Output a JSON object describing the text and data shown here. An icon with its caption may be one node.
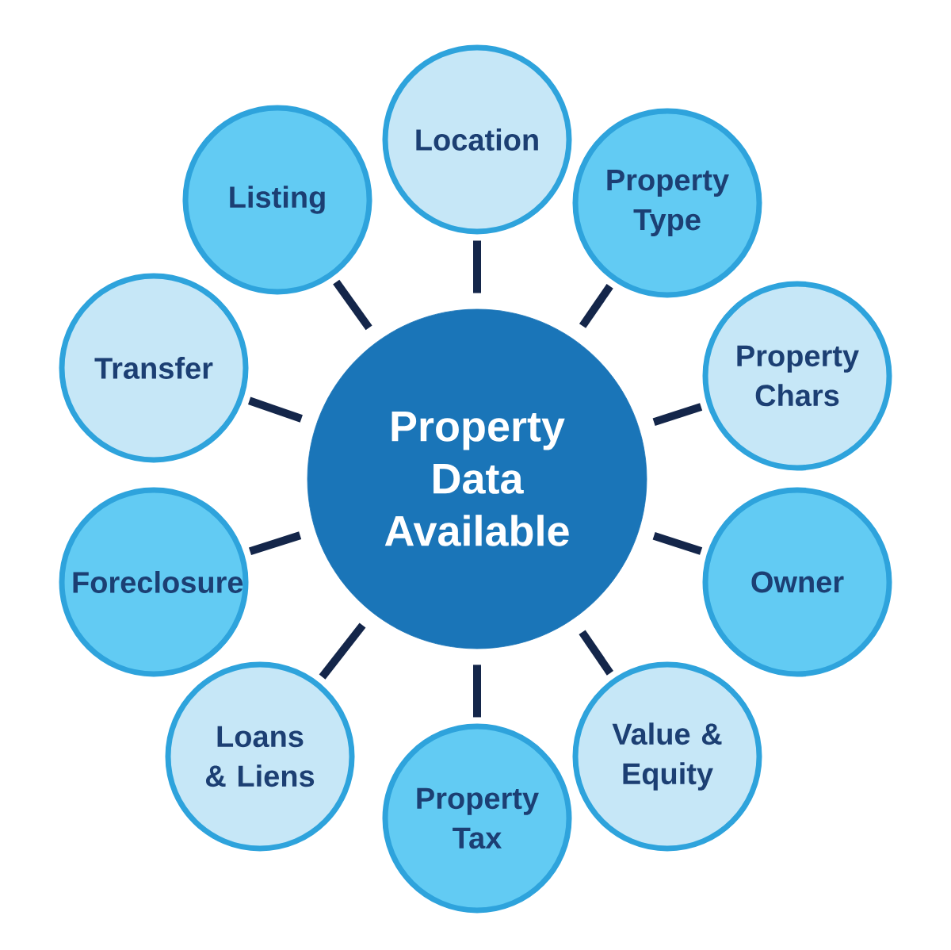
{
  "diagram": {
    "nodes": [
      {
        "text": [
          "Property Data Available"
        ]
      },
      {
        "text": [
          "Location"
        ]
      },
      {
        "text": [
          "Property Type"
        ]
      },
      {
        "text": [
          "Property Chars"
        ]
      },
      {
        "text": [
          "Owner"
        ]
      },
      {
        "text": [
          "Value & Equity"
        ]
      },
      {
        "text": [
          "Property Tax"
        ]
      },
      {
        "text": [
          "Loans & Liens"
        ]
      },
      {
        "text": [
          "Foreclosure"
        ]
      },
      {
        "text": [
          "Transfer"
        ]
      },
      {
        "text": [
          "Listing"
        ]
      }
    ],
    "edges": [
      {
        "from": 0,
        "to": 1,
        "arrow": "none"
      },
      {
        "from": 0,
        "to": 2,
        "arrow": "none"
      },
      {
        "from": 0,
        "to": 3,
        "arrow": "none"
      },
      {
        "from": 0,
        "to": 4,
        "arrow": "none"
      },
      {
        "from": 0,
        "to": 5,
        "arrow": "none"
      },
      {
        "from": 0,
        "to": 6,
        "arrow": "none"
      },
      {
        "from": 0,
        "to": 7,
        "arrow": "none"
      },
      {
        "from": 0,
        "to": 8,
        "arrow": "none"
      },
      {
        "from": 0,
        "to": 9,
        "arrow": "none"
      },
      {
        "from": 0,
        "to": 10,
        "arrow": "none"
      }
    ]
  }
}
